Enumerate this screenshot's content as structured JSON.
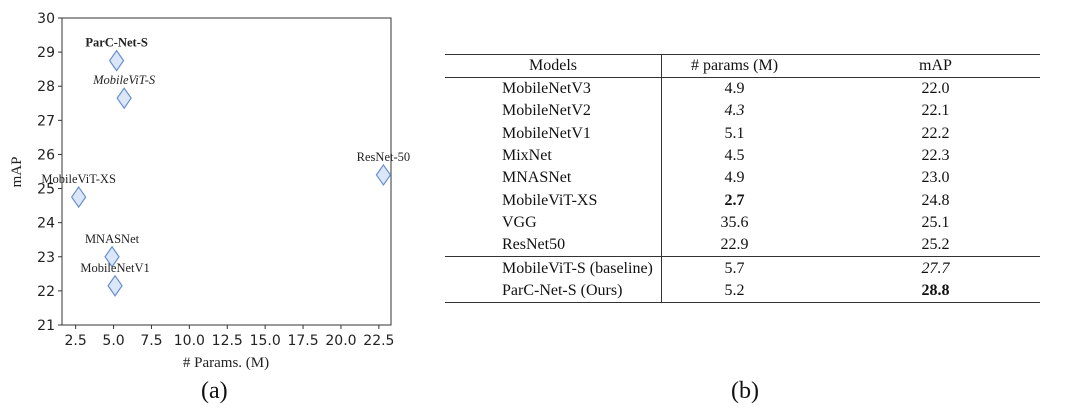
{
  "chart_data": {
    "type": "scatter",
    "xlabel": "# Params. (M)",
    "ylabel": "mAP",
    "xlim": [
      1.6,
      23.3
    ],
    "ylim": [
      21,
      30
    ],
    "xticks": [
      "2.5",
      "5.0",
      "7.5",
      "10.0",
      "12.5",
      "15.0",
      "17.5",
      "20.0",
      "22.5"
    ],
    "yticks": [
      "21",
      "22",
      "23",
      "24",
      "25",
      "26",
      "27",
      "28",
      "29",
      "30"
    ],
    "grid": false,
    "marker": "diamond",
    "marker_fill": "#dbe7f8",
    "marker_stroke": "#6a8fcf",
    "points": [
      {
        "label": "ParC-Net-S",
        "x": 5.2,
        "y": 28.75,
        "style": "bold"
      },
      {
        "label": "MobileViT-S",
        "x": 5.7,
        "y": 27.65,
        "style": "italic"
      },
      {
        "label": "ResNet-50",
        "x": 22.8,
        "y": 25.4,
        "style": "normal"
      },
      {
        "label": "MobileViT-XS",
        "x": 2.7,
        "y": 24.75,
        "style": "normal"
      },
      {
        "label": "MNASNet",
        "x": 4.9,
        "y": 23.0,
        "style": "normal"
      },
      {
        "label": "MobileNetV1",
        "x": 5.1,
        "y": 22.15,
        "style": "normal"
      }
    ]
  },
  "captions": {
    "a": "(a)",
    "b": "(b)"
  },
  "table": {
    "headers": [
      "Models",
      "# params (M)",
      "mAP"
    ],
    "rows": [
      {
        "model": "MobileNetV3",
        "params": "4.9",
        "map": "22.0"
      },
      {
        "model": "MobileNetV2",
        "params": "4.3",
        "map": "22.1",
        "params_style": "italic"
      },
      {
        "model": "MobileNetV1",
        "params": "5.1",
        "map": "22.2"
      },
      {
        "model": "MixNet",
        "params": "4.5",
        "map": "22.3"
      },
      {
        "model": "MNASNet",
        "params": "4.9",
        "map": "23.0"
      },
      {
        "model": "MobileViT-XS",
        "params": "2.7",
        "map": "24.8",
        "params_style": "bold"
      },
      {
        "model": "VGG",
        "params": "35.6",
        "map": "25.1"
      },
      {
        "model": "ResNet50",
        "params": "22.9",
        "map": "25.2"
      },
      {
        "model": "MobileViT-S (baseline)",
        "params": "5.7",
        "map": "27.7",
        "map_style": "italic",
        "separator": true
      },
      {
        "model": "ParC-Net-S (Ours)",
        "params": "5.2",
        "map": "28.8",
        "map_style": "bold"
      }
    ]
  }
}
